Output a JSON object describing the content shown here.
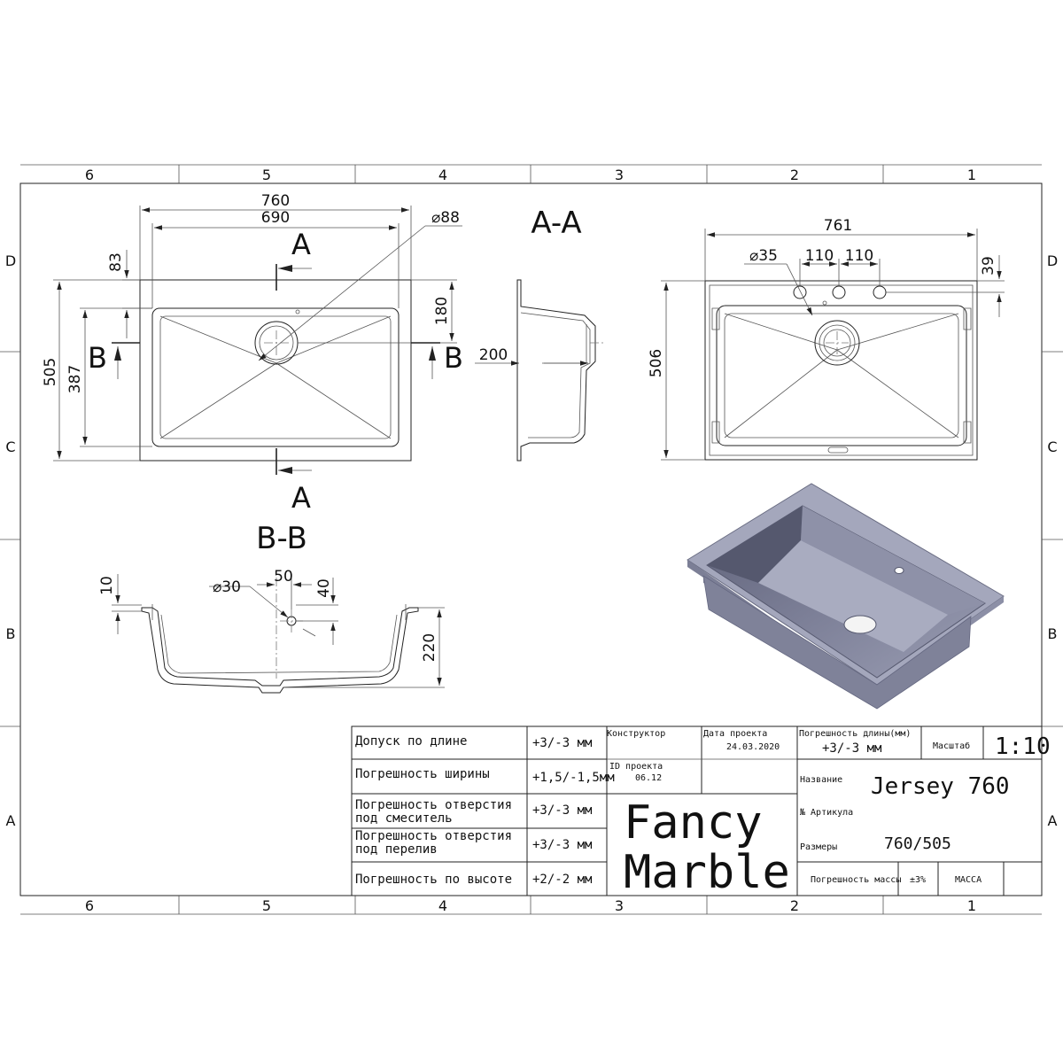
{
  "grid": {
    "columns": [
      "6",
      "5",
      "4",
      "3",
      "2",
      "1"
    ],
    "rows": [
      "D",
      "C",
      "B",
      "A"
    ]
  },
  "views": {
    "top": {
      "overall_width": "760",
      "bowl_width": "690",
      "drain_diameter": "⌀88",
      "rim_offset": "83",
      "overall_depth": "505",
      "bowl_depth": "387",
      "drain_offset": "180",
      "section_a": "A",
      "section_b": "B"
    },
    "section_aa": {
      "title": "A-A",
      "depth": "200"
    },
    "right": {
      "overall_width": "761",
      "hole_diameter": "⌀35",
      "spacing_1": "110",
      "spacing_2": "110",
      "hole_offset": "39",
      "overall_depth": "506"
    },
    "section_bb": {
      "title": "B-B",
      "rim": "10",
      "overflow_diameter": "⌀30",
      "overflow_offset": "50",
      "overflow_height": "40",
      "depth": "220"
    }
  },
  "title_block": {
    "tolerances": [
      {
        "label": "Допуск по длине",
        "value": "+3/-3 мм"
      },
      {
        "label": "Погрешность ширины",
        "value": "+1,5/-1,5мм"
      },
      {
        "label_line1": "Погрешность отверстия",
        "label_line2": "под смеситель",
        "value": "+3/-3 мм"
      },
      {
        "label_line1": "Погрешность отверстия",
        "label_line2": "под перелив",
        "value": "+3/-3 мм"
      },
      {
        "label": "Погрешность по высоте",
        "value": "+2/-2 мм"
      }
    ],
    "designer_label": "Конструктор",
    "date_label": "Дата проекта",
    "date_value": "24.03.2020",
    "project_id_label": "ID проекта",
    "project_id_value": "06.12",
    "brand_line1": "Fancy",
    "brand_line2": "Marble",
    "length_error_label": "Погрешность длины(мм)",
    "length_error_value": "+3/-3 мм",
    "scale_label": "Масштаб",
    "scale_value": "1:10",
    "name_label": "Название",
    "name_value": "Jersey 760",
    "article_label": "№ Артикула",
    "sizes_label": "Размеры",
    "sizes_value": "760/505",
    "mass_error_label": "Погрешность массы",
    "mass_error_value": "±3%",
    "mass_label": "МАССА"
  }
}
